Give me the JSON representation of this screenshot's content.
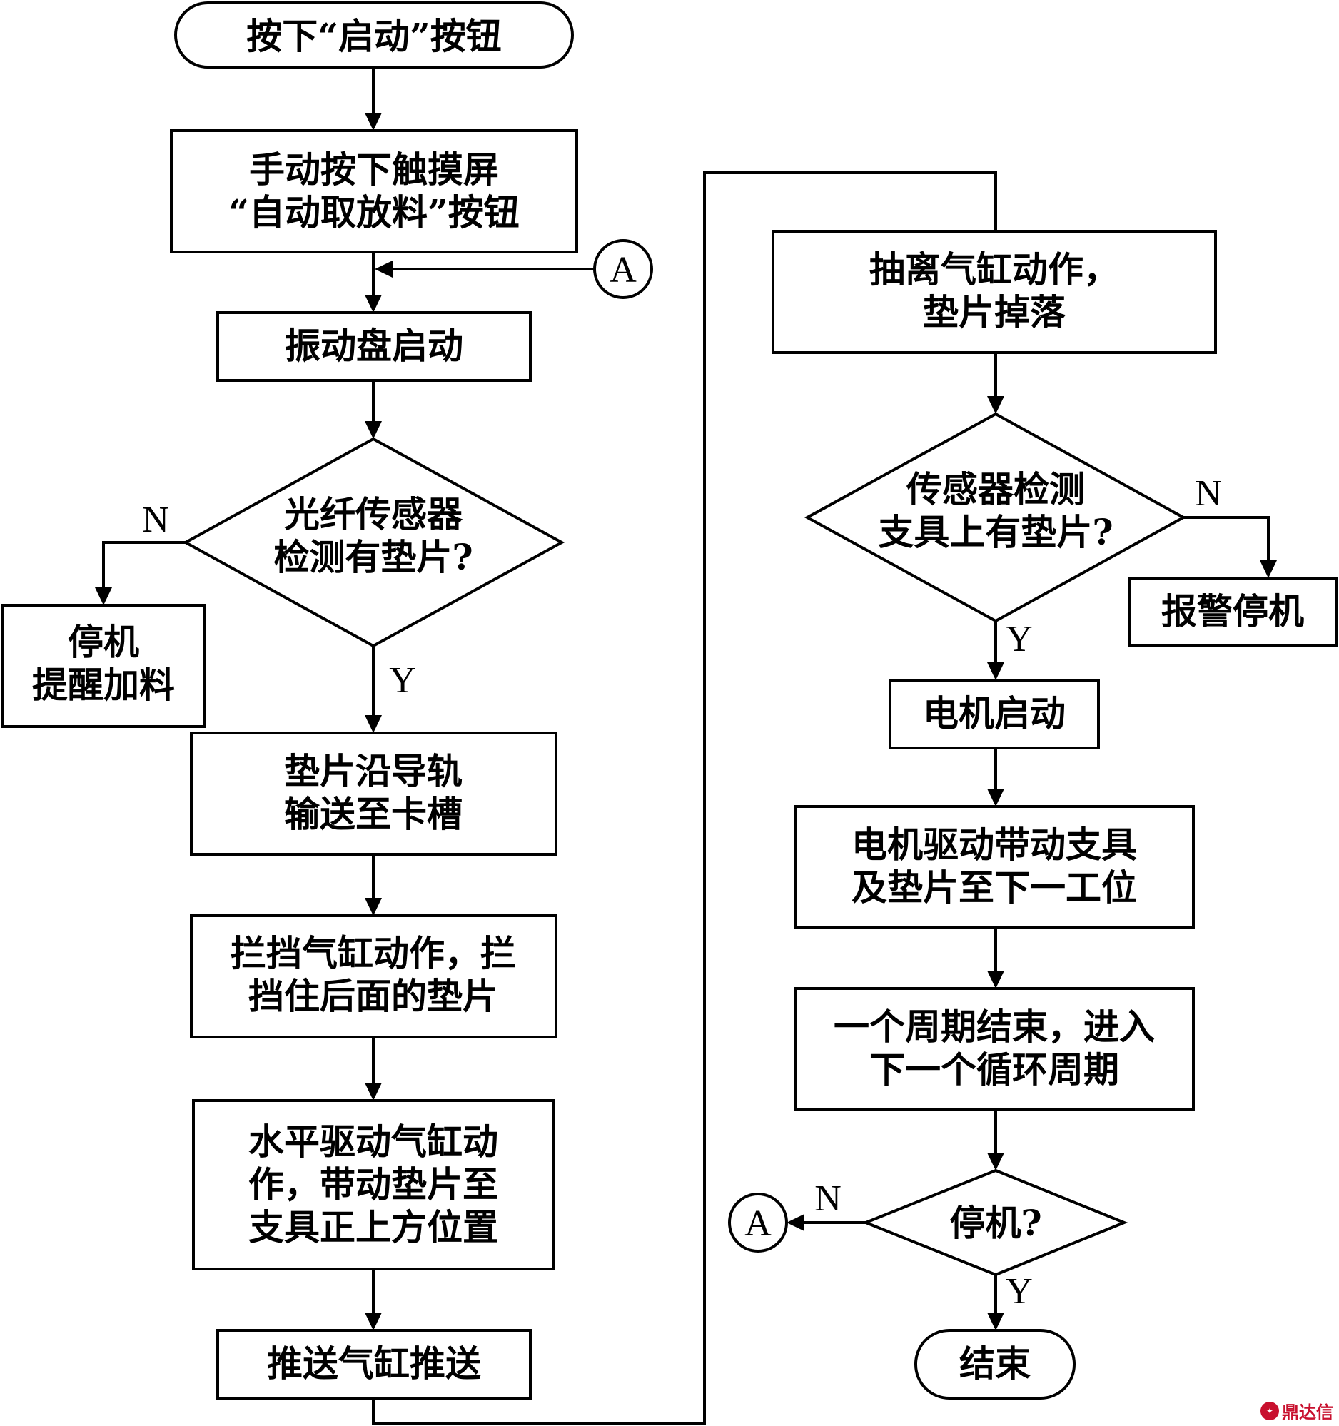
{
  "nodes": {
    "start": {
      "lines": [
        "按下“启动”按钮"
      ]
    },
    "touch_screen": {
      "lines": [
        "手动按下触摸屏",
        "“自动取放料”按钮"
      ]
    },
    "vibration_start": {
      "lines": [
        "振动盘启动"
      ]
    },
    "fiber_sensor_check": {
      "lines": [
        "光纤传感器",
        "检测有垫片?"
      ]
    },
    "stop_add_material": {
      "lines": [
        "停机",
        "提醒加料"
      ]
    },
    "convey_to_slot": {
      "lines": [
        "垫片沿导轨",
        "输送至卡槽"
      ]
    },
    "block_cylinder": {
      "lines": [
        "拦挡气缸动作，拦",
        "挡住后面的垫片"
      ]
    },
    "horizontal_cylinder": {
      "lines": [
        "水平驱动气缸动",
        "作，带动垫片至",
        "支具正上方位置"
      ]
    },
    "push_cylinder": {
      "lines": [
        "推送气缸推送"
      ]
    },
    "withdraw_cylinder": {
      "lines": [
        "抽离气缸动作，",
        "垫片掉落"
      ]
    },
    "sensor_fixture_check": {
      "lines": [
        "传感器检测",
        "支具上有垫片?"
      ]
    },
    "alarm_stop": {
      "lines": [
        "报警停机"
      ]
    },
    "motor_start": {
      "lines": [
        "电机启动"
      ]
    },
    "motor_drive": {
      "lines": [
        "电机驱动带动支具",
        "及垫片至下一工位"
      ]
    },
    "cycle_end": {
      "lines": [
        "一个周期结束，进入",
        "下一个循环周期"
      ]
    },
    "stop_check": {
      "lines": [
        "停机?"
      ]
    },
    "end": {
      "lines": [
        "结束"
      ]
    }
  },
  "connectors": {
    "a_top": "A",
    "a_bottom": "A"
  },
  "branch_labels": {
    "fiber_no": "N",
    "fiber_yes": "Y",
    "fixture_no": "N",
    "fixture_yes": "Y",
    "stop_no": "N",
    "stop_yes": "Y"
  },
  "watermark": {
    "text": "鼎达信",
    "logo": "logo-icon"
  }
}
